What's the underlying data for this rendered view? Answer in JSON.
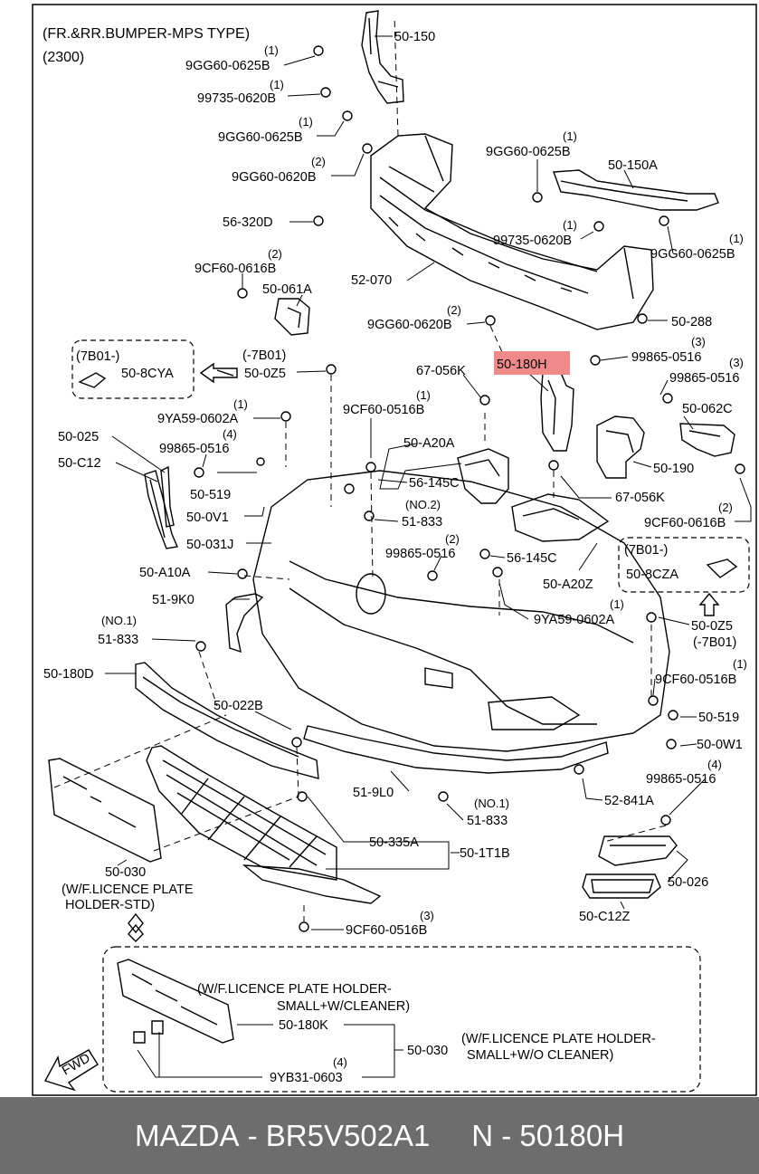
{
  "header": {
    "title": "(FR.&RR.BUMPER-MPS TYPE)",
    "code": "(2300)"
  },
  "highlight_color": "#f08a8a",
  "labels": {
    "p50_150": "50-150",
    "q1a": "(1)",
    "s9GG60_0625B_a": "9GG60-0625B",
    "q1b": "(1)",
    "s99735_0620B_a": "99735-0620B",
    "q1c": "(1)",
    "s9GG60_0625B_b": "9GG60-0625B",
    "q2a": "(2)",
    "s9GG60_0620B_a": "9GG60-0620B",
    "p56_320D": "56-320D",
    "q1d": "(1)",
    "s9GG60_0625B_c": "9GG60-0625B",
    "p50_150A": "50-150A",
    "q1e": "(1)",
    "s99735_0620B_b": "99735-0620B",
    "q1f": "(1)",
    "s9GG60_0625B_d": "9GG60-0625B",
    "q2b": "(2)",
    "s9CF60_0616B_a": "9CF60-0616B",
    "p50_061A": "50-061A",
    "p52_070": "52-070",
    "q2c": "(2)",
    "s9GG60_0620B_b": "9GG60-0620B",
    "p50_288": "50-288",
    "m7B01_label": "(-7B01)",
    "p50_0Z5_a": "50-0Z5",
    "box1_code": "(7B01-)",
    "p50_8CYA": "50-8CYA",
    "p67_056K_a": "67-056K",
    "p50_180H": "50-180H",
    "q3a": "(3)",
    "s99865_0516_a": "99865-0516",
    "q3b": "(3)",
    "s99865_0516_b": "99865-0516",
    "p50_062C": "50-062C",
    "q1g": "(1)",
    "s9YA59_0602A_a": "9YA59-0602A",
    "q1h": "(1)",
    "s9CF60_0516B_a": "9CF60-0516B",
    "p50_025": "50-025",
    "q4a": "(4)",
    "s99865_0516_c": "99865-0516",
    "p50_C12": "50-C12",
    "p50_A20A": "50-A20A",
    "p50_519_a": "50-519",
    "p56_145C_a": "56-145C",
    "p50_190": "50-190",
    "no2": "(NO.2)",
    "p50_0V1": "50-0V1",
    "p51_833_a": "51-833",
    "p67_056K_b": "67-056K",
    "q2d": "(2)",
    "s9CF60_0616B_b": "9CF60-0616B",
    "p50_031J": "50-031J",
    "q2e": "(2)",
    "s99865_0516_d": "99865-0516",
    "p56_145C_b": "56-145C",
    "box2_code": "(7B01-)",
    "p50_8CZA": "50-8CZA",
    "p50_A10A": "50-A10A",
    "p50_A20Z": "50-A20Z",
    "p51_9K0": "51-9K0",
    "q1i": "(1)",
    "s9YA59_0602A_b": "9YA59-0602A",
    "no1a": "(NO.1)",
    "p51_833_b": "51-833",
    "p50_0Z5_b": "50-0Z5",
    "m7B01_b": "(-7B01)",
    "p50_180D": "50-180D",
    "q1j": "(1)",
    "s9CF60_0516B_b": "9CF60-0516B",
    "p50_022B": "50-022B",
    "p50_519_b": "50-519",
    "p50_0W1": "50-0W1",
    "q4b": "(4)",
    "s99865_0516_e": "99865-0516",
    "p51_9L0": "51-9L0",
    "p52_841A": "52-841A",
    "no1b": "(NO.1)",
    "p51_833_c": "51-833",
    "p50_335A": "50-335A",
    "p50_1T1B": "50-1T1B",
    "p50_030_a": "50-030",
    "wf_std_1": "(W/F.LICENCE PLATE",
    "wf_std_2": "HOLDER-STD)",
    "p50_026": "50-026",
    "p50_C12Z": "50-C12Z",
    "q3c": "(3)",
    "s9CF60_0516B_c": "9CF60-0516B",
    "wf_small_cl_1": "(W/F.LICENCE PLATE HOLDER-",
    "wf_small_cl_2": "SMALL+W/CLEANER)",
    "p50_180K": "50-180K",
    "p50_030_b": "50-030",
    "wf_small_nocl_1": "(W/F.LICENCE PLATE HOLDER-",
    "wf_small_nocl_2": "SMALL+W/O CLEANER)",
    "q4c": "(4)",
    "s9YB31_0603": "9YB31-0603",
    "fwd": "FWD"
  },
  "footer": {
    "brand": "MAZDA",
    "sep": " - ",
    "part_number": "BR5V502A1",
    "gap": "     ",
    "ref": "N - 50180H"
  }
}
